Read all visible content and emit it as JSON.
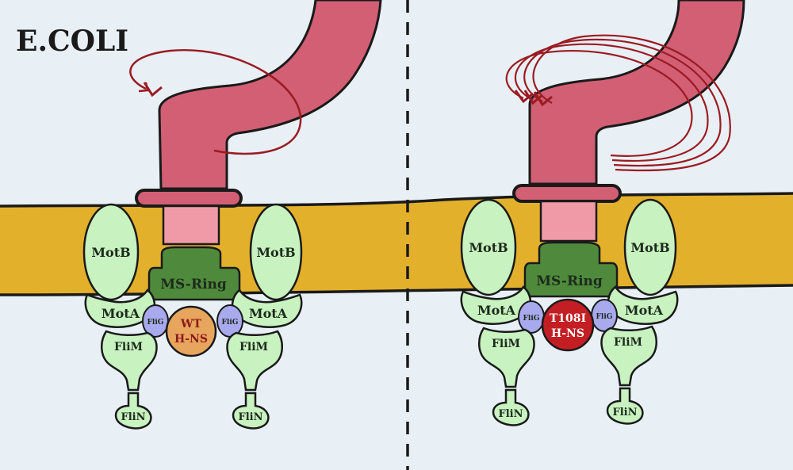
{
  "title": "E.COLI",
  "colors": {
    "background": "#e8f0f6",
    "membrane": "#e3b02c",
    "flagellum": "#d25f74",
    "rotor_pink": "#f09aa8",
    "ms_ring": "#4f8a3c",
    "stator": "#c8f2bf",
    "flig": "#a9a9ee",
    "wt_hns": "#e8a55e",
    "mutant_hns": "#c31e24",
    "arrow": "#9b1b22"
  },
  "panels": [
    {
      "ms_ring": "MS-Ring",
      "motb_left": "MotB",
      "motb_right": "MotB",
      "mota_left": "MotA",
      "mota_right": "MotA",
      "flig_left": "FliG",
      "flig_right": "FliG",
      "flim_left": "FliM",
      "flim_right": "FliM",
      "flin_left": "FliN",
      "flin_right": "FliN",
      "hns_line1": "WT",
      "hns_line2": "H-NS"
    },
    {
      "ms_ring": "MS-Ring",
      "motb_left": "MotB",
      "motb_right": "MotB",
      "mota_left": "MotA",
      "mota_right": "MotA",
      "flig_left": "FliG",
      "flig_right": "FliG",
      "flim_left": "FliM",
      "flim_right": "FliM",
      "flin_left": "FliN",
      "flin_right": "FliN",
      "hns_line1": "T108I",
      "hns_line2": "H-NS"
    }
  ]
}
